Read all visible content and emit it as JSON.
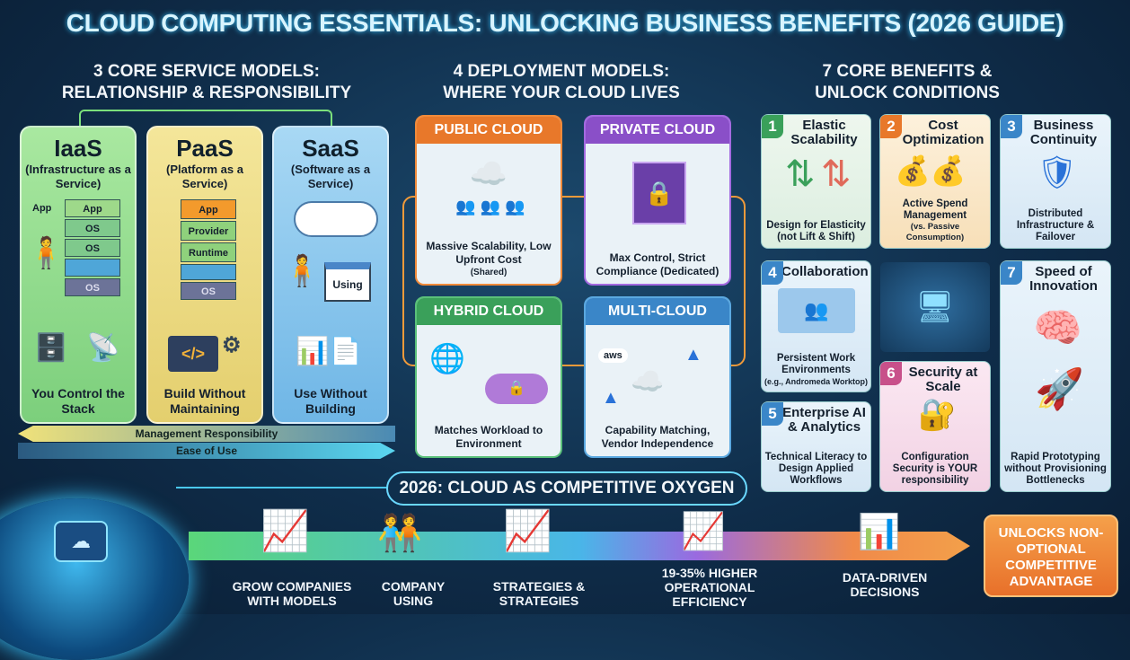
{
  "title": "CLOUD COMPUTING ESSENTIALS: UNLOCKING BUSINESS BENEFITS (2026 GUIDE)",
  "service_section": {
    "heading_1": "3 CORE SERVICE MODELS:",
    "heading_2": "RELATIONSHIP & RESPONSIBILITY",
    "models": [
      {
        "name": "IaaS",
        "sub": "(Infrastructure as a Service)",
        "footer": "You Control the Stack",
        "layers": [
          "App",
          "App",
          "OS",
          "OS",
          "OS"
        ]
      },
      {
        "name": "PaaS",
        "sub": "(Platform as a Service)",
        "footer": "Build Without Maintaining",
        "layers": [
          "App",
          "Provider",
          "Runtime",
          "OS"
        ]
      },
      {
        "name": "SaaS",
        "sub": "(Software as a Service)",
        "footer": "Use Without Building",
        "window": "Using"
      }
    ],
    "arrow_top": "Management Responsibility",
    "arrow_bottom": "Ease of Use"
  },
  "deployment_section": {
    "heading_1": "4 DEPLOYMENT MODELS:",
    "heading_2": "WHERE YOUR CLOUD LIVES",
    "models": [
      {
        "name": "PUBLIC CLOUD",
        "desc": "Massive Scalability, Low Upfront Cost",
        "note": "(Shared)",
        "color": "#e8782a"
      },
      {
        "name": "PRIVATE CLOUD",
        "desc": "Max Control, Strict Compliance (Dedicated)",
        "color": "#8a4fc8"
      },
      {
        "name": "HYBRID CLOUD",
        "desc": "Matches Workload to Environment",
        "color": "#3aa05a"
      },
      {
        "name": "MULTI-CLOUD",
        "desc": "Capability Matching, Vendor Independence",
        "color": "#3a86c8",
        "logo": "aws"
      }
    ]
  },
  "benefits_section": {
    "heading_1": "7 CORE BENEFITS &",
    "heading_2": "UNLOCK CONDITIONS",
    "benefits": [
      {
        "num": "1",
        "title": "Elastic Scalability",
        "desc": "Design for Elasticity (not Lift & Shift)",
        "color": "#3aa05a"
      },
      {
        "num": "2",
        "title": "Cost Optimization",
        "desc": "Active Spend Management",
        "note": "(vs. Passive Consumption)",
        "color": "#e8782a"
      },
      {
        "num": "3",
        "title": "Business Continuity",
        "desc": "Distributed Infrastructure & Failover",
        "color": "#3a86c8"
      },
      {
        "num": "4",
        "title": "Collaboration",
        "desc": "Persistent Work Environments",
        "note": "(e.g., Andromeda Worktop)",
        "color": "#3a86c8"
      },
      {
        "num": "5",
        "title": "Enterprise AI & Analytics",
        "desc": "Technical Literacy to Design Applied Workflows",
        "color": "#3a86c8"
      },
      {
        "num": "6",
        "title": "Security at Scale",
        "desc": "Configuration Security is YOUR responsibility",
        "color": "#c8508a"
      },
      {
        "num": "7",
        "title": "Speed of Innovation",
        "desc": "Rapid Prototyping without Provisioning Bottlenecks",
        "color": "#3a86c8"
      }
    ]
  },
  "bottom": {
    "banner": "2026: CLOUD AS COMPETITIVE OXYGEN",
    "steps": [
      "GROW COMPANIES WITH MODELS",
      "COMPANY USING",
      "STRATEGIES & STRATEGIES",
      "19-35% HIGHER OPERATIONAL EFFICIENCY",
      "DATA-DRIVEN DECISIONS"
    ],
    "final": "UNLOCKS NON-OPTIONAL COMPETITIVE ADVANTAGE"
  }
}
